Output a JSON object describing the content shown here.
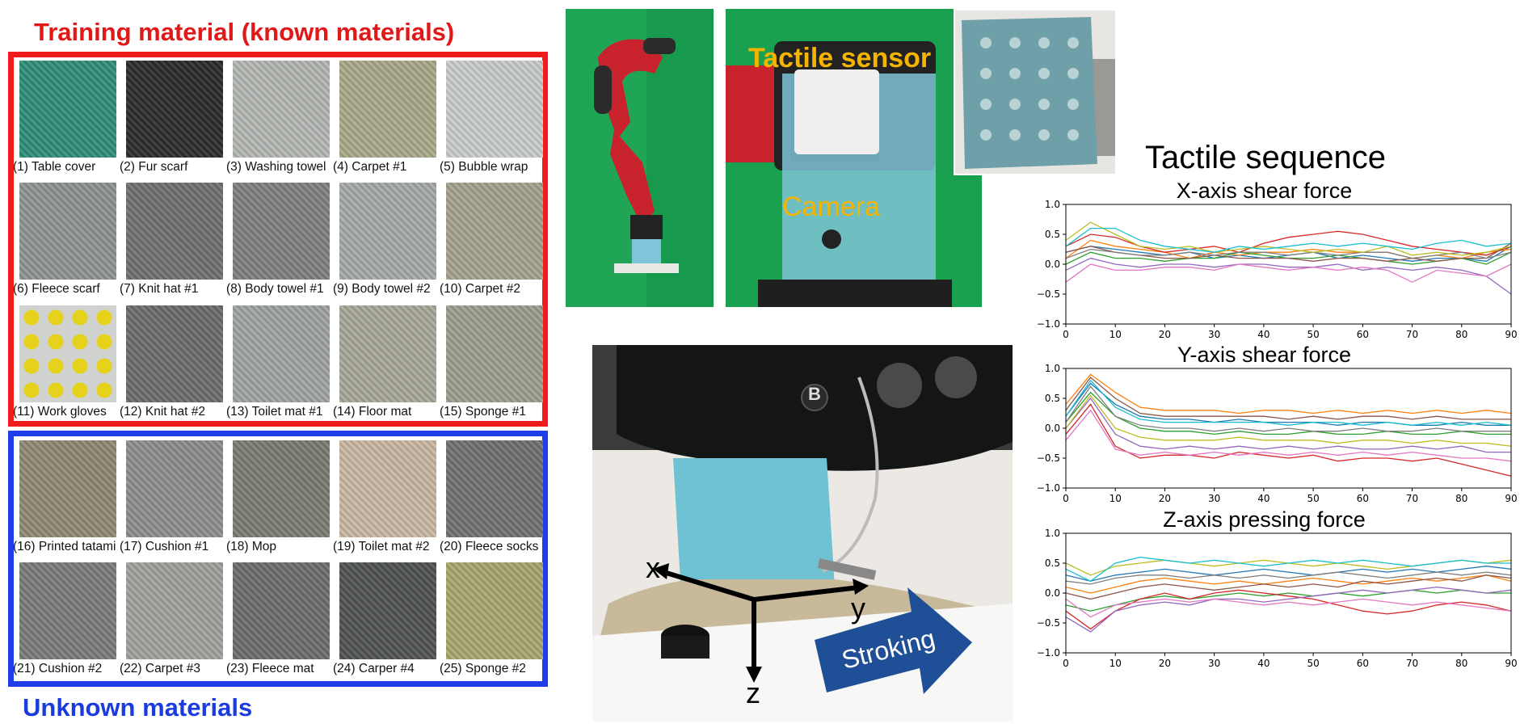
{
  "titles": {
    "training": "Training material (known materials)",
    "unknown": "Unknown materials",
    "sequence": "Tactile sequence"
  },
  "overlays": {
    "sensor": "Tactile sensor",
    "camera": "Camera",
    "stroking": "Stroking",
    "axis_x": "x",
    "axis_y": "y",
    "axis_z": "z",
    "robot_logo": "B"
  },
  "materials": [
    {
      "label": "(1) Table cover",
      "color": "#2f8f78"
    },
    {
      "label": "(2) Fur scarf",
      "color": "#2a2c2c"
    },
    {
      "label": "(3) Washing towel",
      "color": "#b3b7b2"
    },
    {
      "label": "(4) Carpet #1",
      "color": "#a9a88a"
    },
    {
      "label": "(5) Bubble wrap",
      "color": "#c9cdc9"
    },
    {
      "label": "(6) Fleece scarf",
      "color": "#8f9393"
    },
    {
      "label": "(7) Knit hat #1",
      "color": "#6e7170"
    },
    {
      "label": "(8) Body towel #1",
      "color": "#7e8180"
    },
    {
      "label": "(9) Body towel #2",
      "color": "#a6aaa6"
    },
    {
      "label": "(10) Carpet #2",
      "color": "#a5a18f"
    },
    {
      "label": "(11) Work gloves",
      "color": "#d6cf6a"
    },
    {
      "label": "(12) Knit hat #2",
      "color": "#6b6d6b"
    },
    {
      "label": "(13) Toilet mat #1",
      "color": "#9ea4a1"
    },
    {
      "label": "(14) Floor mat",
      "color": "#a8a79a"
    },
    {
      "label": "(15) Sponge #1",
      "color": "#9c9f8f"
    },
    {
      "label": "(16) Printed tatami",
      "color": "#8f8a74"
    },
    {
      "label": "(17) Cushion #1",
      "color": "#8b8e8c"
    },
    {
      "label": "(18) Mop",
      "color": "#7b7c72"
    },
    {
      "label": "(19) Toilet mat #2",
      "color": "#c9b7a2"
    },
    {
      "label": "(20) Fleece socks",
      "color": "#6f7170"
    },
    {
      "label": "(21) Cushion #2",
      "color": "#7a7c7a"
    },
    {
      "label": "(22) Carpet #3",
      "color": "#9fa19a"
    },
    {
      "label": "(23) Fleece mat",
      "color": "#6c6e6c"
    },
    {
      "label": "(24) Carper #4",
      "color": "#505352"
    },
    {
      "label": "(25) Sponge #2",
      "color": "#a9a66f"
    }
  ],
  "chart_data": [
    {
      "type": "line",
      "title": "X-axis shear force",
      "xlim": [
        0,
        90
      ],
      "ylim": [
        -1.0,
        1.0
      ],
      "xticks": [
        0,
        10,
        20,
        30,
        40,
        50,
        60,
        70,
        80,
        90
      ],
      "yticks": [
        -1.0,
        -0.5,
        0.0,
        0.5,
        1.0
      ],
      "x": [
        0,
        5,
        10,
        15,
        20,
        25,
        30,
        35,
        40,
        45,
        50,
        55,
        60,
        65,
        70,
        75,
        80,
        85,
        90
      ],
      "series": [
        {
          "color": "#1f77b4",
          "values": [
            0.2,
            0.3,
            0.25,
            0.2,
            0.15,
            0.2,
            0.1,
            0.15,
            0.1,
            0.15,
            0.2,
            0.1,
            0.15,
            0.1,
            0.05,
            0.1,
            0.1,
            0.05,
            0.3
          ]
        },
        {
          "color": "#ff7f0e",
          "values": [
            0.1,
            0.4,
            0.3,
            0.25,
            0.2,
            0.1,
            0.2,
            0.15,
            0.2,
            0.2,
            0.25,
            0.2,
            0.2,
            0.2,
            0.1,
            0.15,
            0.1,
            0.2,
            0.25
          ]
        },
        {
          "color": "#2ca02c",
          "values": [
            0.0,
            0.2,
            0.1,
            0.1,
            0.05,
            0.1,
            0.1,
            0.2,
            0.15,
            0.1,
            0.1,
            0.15,
            0.1,
            0.05,
            0.0,
            0.05,
            0.1,
            0.0,
            0.2
          ]
        },
        {
          "color": "#d62728",
          "values": [
            0.3,
            0.5,
            0.45,
            0.3,
            0.2,
            0.25,
            0.3,
            0.2,
            0.35,
            0.45,
            0.5,
            0.55,
            0.5,
            0.4,
            0.3,
            0.25,
            0.2,
            0.15,
            0.3
          ]
        },
        {
          "color": "#9467bd",
          "values": [
            -0.1,
            0.1,
            0.0,
            -0.05,
            0.0,
            0.0,
            -0.05,
            0.0,
            0.0,
            -0.05,
            -0.05,
            0.0,
            -0.1,
            -0.05,
            -0.1,
            -0.05,
            -0.1,
            -0.2,
            -0.5
          ]
        },
        {
          "color": "#8c564b",
          "values": [
            0.2,
            0.3,
            0.2,
            0.15,
            0.1,
            0.1,
            0.15,
            0.1,
            0.1,
            0.1,
            0.05,
            0.1,
            0.1,
            0.05,
            0.1,
            0.05,
            0.1,
            0.1,
            0.35
          ]
        },
        {
          "color": "#e377c2",
          "values": [
            -0.3,
            0.0,
            -0.1,
            -0.1,
            -0.05,
            -0.05,
            -0.1,
            0.0,
            -0.05,
            -0.1,
            -0.05,
            -0.1,
            -0.05,
            -0.1,
            -0.3,
            -0.1,
            -0.15,
            -0.2,
            0.0
          ]
        },
        {
          "color": "#7f7f7f",
          "values": [
            0.1,
            0.25,
            0.2,
            0.15,
            0.15,
            0.2,
            0.15,
            0.2,
            0.2,
            0.15,
            0.2,
            0.15,
            0.2,
            0.2,
            0.1,
            0.15,
            0.2,
            0.1,
            0.2
          ]
        },
        {
          "color": "#bcbd22",
          "values": [
            0.4,
            0.7,
            0.5,
            0.3,
            0.25,
            0.3,
            0.2,
            0.25,
            0.3,
            0.25,
            0.2,
            0.25,
            0.2,
            0.3,
            0.15,
            0.2,
            0.15,
            0.2,
            0.3
          ]
        },
        {
          "color": "#17becf",
          "values": [
            0.3,
            0.6,
            0.6,
            0.4,
            0.3,
            0.25,
            0.2,
            0.3,
            0.25,
            0.3,
            0.35,
            0.3,
            0.35,
            0.3,
            0.25,
            0.35,
            0.4,
            0.3,
            0.35
          ]
        }
      ]
    },
    {
      "type": "line",
      "title": "Y-axis shear force",
      "xlim": [
        0,
        90
      ],
      "ylim": [
        -1.0,
        1.0
      ],
      "xticks": [
        0,
        10,
        20,
        30,
        40,
        50,
        60,
        70,
        80,
        90
      ],
      "yticks": [
        -1.0,
        -0.5,
        0.0,
        0.5,
        1.0
      ],
      "x": [
        0,
        5,
        10,
        15,
        20,
        25,
        30,
        35,
        40,
        45,
        50,
        55,
        60,
        65,
        70,
        75,
        80,
        85,
        90
      ],
      "series": [
        {
          "color": "#1f77b4",
          "values": [
            0.2,
            0.75,
            0.4,
            0.2,
            0.15,
            0.15,
            0.1,
            0.15,
            0.1,
            0.1,
            0.1,
            0.05,
            0.1,
            0.1,
            0.05,
            0.05,
            0.1,
            0.05,
            0.05
          ]
        },
        {
          "color": "#ff7f0e",
          "values": [
            0.4,
            0.9,
            0.6,
            0.35,
            0.3,
            0.3,
            0.3,
            0.25,
            0.3,
            0.3,
            0.25,
            0.3,
            0.25,
            0.3,
            0.25,
            0.3,
            0.25,
            0.3,
            0.25
          ]
        },
        {
          "color": "#2ca02c",
          "values": [
            0.1,
            0.6,
            0.2,
            0.0,
            -0.05,
            -0.05,
            -0.1,
            -0.05,
            -0.1,
            -0.1,
            -0.05,
            -0.1,
            -0.1,
            -0.05,
            -0.1,
            -0.1,
            -0.05,
            -0.1,
            -0.1
          ]
        },
        {
          "color": "#d62728",
          "values": [
            -0.1,
            0.4,
            -0.3,
            -0.5,
            -0.45,
            -0.45,
            -0.5,
            -0.4,
            -0.45,
            -0.5,
            -0.45,
            -0.55,
            -0.5,
            -0.5,
            -0.55,
            -0.5,
            -0.6,
            -0.7,
            -0.8
          ]
        },
        {
          "color": "#9467bd",
          "values": [
            0.0,
            0.5,
            -0.1,
            -0.3,
            -0.35,
            -0.3,
            -0.35,
            -0.3,
            -0.35,
            -0.3,
            -0.35,
            -0.3,
            -0.35,
            -0.35,
            -0.3,
            -0.35,
            -0.3,
            -0.4,
            -0.4
          ]
        },
        {
          "color": "#8c564b",
          "values": [
            0.3,
            0.85,
            0.5,
            0.25,
            0.2,
            0.2,
            0.2,
            0.2,
            0.2,
            0.15,
            0.2,
            0.15,
            0.2,
            0.2,
            0.15,
            0.2,
            0.15,
            0.15,
            0.15
          ]
        },
        {
          "color": "#e377c2",
          "values": [
            -0.2,
            0.3,
            -0.35,
            -0.45,
            -0.4,
            -0.45,
            -0.4,
            -0.45,
            -0.4,
            -0.45,
            -0.4,
            -0.45,
            -0.4,
            -0.45,
            -0.4,
            -0.45,
            -0.5,
            -0.5,
            -0.55
          ]
        },
        {
          "color": "#7f7f7f",
          "values": [
            0.1,
            0.7,
            0.2,
            0.05,
            0.0,
            0.0,
            -0.05,
            0.0,
            -0.05,
            0.0,
            -0.05,
            -0.05,
            0.0,
            -0.05,
            -0.05,
            0.0,
            -0.05,
            -0.05,
            -0.05
          ]
        },
        {
          "color": "#bcbd22",
          "values": [
            0.0,
            0.55,
            0.0,
            -0.15,
            -0.2,
            -0.2,
            -0.2,
            -0.15,
            -0.2,
            -0.2,
            -0.2,
            -0.25,
            -0.2,
            -0.2,
            -0.25,
            -0.2,
            -0.25,
            -0.25,
            -0.3
          ]
        },
        {
          "color": "#17becf",
          "values": [
            0.2,
            0.8,
            0.35,
            0.15,
            0.1,
            0.1,
            0.1,
            0.1,
            0.1,
            0.05,
            0.1,
            0.1,
            0.05,
            0.1,
            0.05,
            0.1,
            0.05,
            0.1,
            0.05
          ]
        }
      ]
    },
    {
      "type": "line",
      "title": "Z-axis pressing force",
      "xlim": [
        0,
        90
      ],
      "ylim": [
        -1.0,
        1.0
      ],
      "xticks": [
        0,
        10,
        20,
        30,
        40,
        50,
        60,
        70,
        80,
        90
      ],
      "yticks": [
        -1.0,
        -0.5,
        0.0,
        0.5,
        1.0
      ],
      "x": [
        0,
        5,
        10,
        15,
        20,
        25,
        30,
        35,
        40,
        45,
        50,
        55,
        60,
        65,
        70,
        75,
        80,
        85,
        90
      ],
      "series": [
        {
          "color": "#1f77b4",
          "values": [
            0.3,
            0.2,
            0.3,
            0.35,
            0.4,
            0.35,
            0.3,
            0.35,
            0.4,
            0.35,
            0.3,
            0.35,
            0.4,
            0.35,
            0.4,
            0.35,
            0.4,
            0.45,
            0.4
          ]
        },
        {
          "color": "#ff7f0e",
          "values": [
            0.1,
            0.0,
            0.1,
            0.2,
            0.25,
            0.2,
            0.15,
            0.2,
            0.15,
            0.2,
            0.25,
            0.2,
            0.15,
            0.2,
            0.25,
            0.2,
            0.25,
            0.3,
            0.2
          ]
        },
        {
          "color": "#2ca02c",
          "values": [
            -0.2,
            -0.3,
            -0.2,
            -0.1,
            -0.05,
            -0.1,
            -0.05,
            0.0,
            -0.05,
            0.0,
            -0.05,
            0.0,
            -0.05,
            0.0,
            0.05,
            0.0,
            0.05,
            0.0,
            0.0
          ]
        },
        {
          "color": "#d62728",
          "values": [
            -0.3,
            -0.6,
            -0.3,
            -0.1,
            0.0,
            -0.1,
            0.0,
            0.05,
            0.0,
            -0.05,
            -0.1,
            -0.2,
            -0.3,
            -0.35,
            -0.3,
            -0.2,
            -0.15,
            -0.2,
            -0.3
          ]
        },
        {
          "color": "#9467bd",
          "values": [
            -0.4,
            -0.65,
            -0.3,
            -0.2,
            -0.15,
            -0.2,
            -0.1,
            -0.1,
            -0.15,
            -0.1,
            -0.05,
            0.0,
            0.05,
            0.0,
            0.05,
            0.1,
            0.05,
            0.0,
            0.05
          ]
        },
        {
          "color": "#8c564b",
          "values": [
            0.0,
            -0.1,
            0.0,
            0.1,
            0.15,
            0.1,
            0.05,
            0.1,
            0.15,
            0.1,
            0.15,
            0.1,
            0.2,
            0.15,
            0.2,
            0.25,
            0.2,
            0.3,
            0.25
          ]
        },
        {
          "color": "#e377c2",
          "values": [
            -0.1,
            -0.4,
            -0.2,
            -0.15,
            -0.1,
            -0.15,
            -0.1,
            -0.15,
            -0.2,
            -0.15,
            -0.2,
            -0.15,
            -0.1,
            -0.15,
            -0.2,
            -0.15,
            -0.2,
            -0.25,
            -0.3
          ]
        },
        {
          "color": "#7f7f7f",
          "values": [
            0.2,
            0.15,
            0.25,
            0.3,
            0.3,
            0.25,
            0.3,
            0.25,
            0.3,
            0.25,
            0.3,
            0.35,
            0.3,
            0.25,
            0.3,
            0.35,
            0.3,
            0.35,
            0.3
          ]
        },
        {
          "color": "#bcbd22",
          "values": [
            0.5,
            0.3,
            0.45,
            0.5,
            0.55,
            0.5,
            0.45,
            0.5,
            0.55,
            0.5,
            0.45,
            0.5,
            0.45,
            0.4,
            0.45,
            0.5,
            0.55,
            0.5,
            0.55
          ]
        },
        {
          "color": "#17becf",
          "values": [
            0.4,
            0.2,
            0.5,
            0.6,
            0.55,
            0.5,
            0.55,
            0.5,
            0.45,
            0.5,
            0.55,
            0.5,
            0.55,
            0.5,
            0.45,
            0.5,
            0.55,
            0.5,
            0.5
          ]
        }
      ]
    }
  ]
}
